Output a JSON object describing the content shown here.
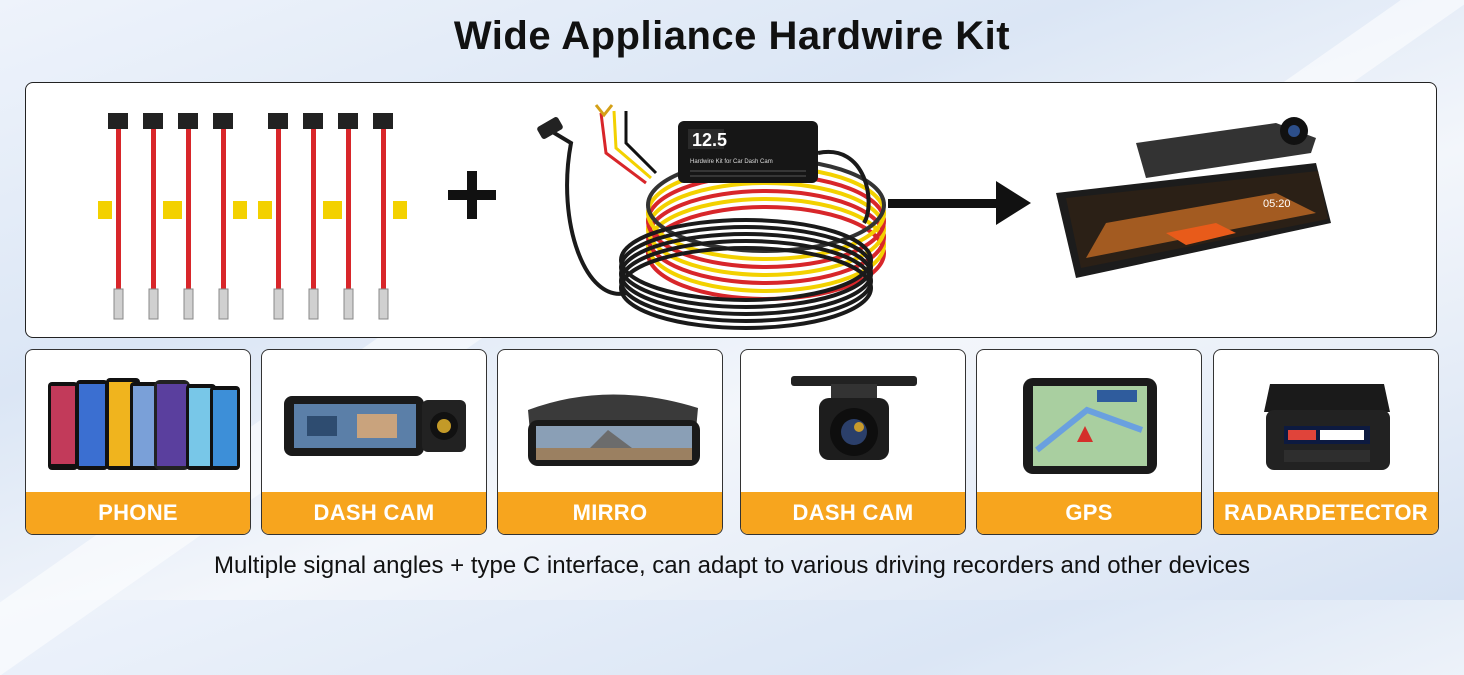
{
  "title": "Wide Appliance Hardwire Kit",
  "hero": {
    "fuse_taps": {
      "count": 8,
      "icon": "fuse-tap-icon"
    },
    "plus_symbol": "+",
    "arrow_symbol": "→",
    "module_display": "12.5",
    "module_label": "Hardwire Kit for Car Dash Cam",
    "mirror_time": "05:20"
  },
  "devices": [
    {
      "label": "PHONE",
      "icon": "phone-icon"
    },
    {
      "label": "DASH CAM",
      "icon": "dash-cam-icon"
    },
    {
      "label": "MIRRO",
      "icon": "mirror-cam-icon"
    },
    {
      "label": "DASH CAM",
      "icon": "backup-camera-icon"
    },
    {
      "label": "GPS",
      "icon": "gps-icon"
    },
    {
      "label": "RADARDETECTOR",
      "icon": "radar-detector-icon"
    }
  ],
  "colors": {
    "accent": "#f7a51e",
    "wire_red": "#d8262a",
    "wire_yellow": "#f3d100"
  },
  "caption": "Multiple signal angles + type C interface, can adapt to various driving recorders and other devices"
}
